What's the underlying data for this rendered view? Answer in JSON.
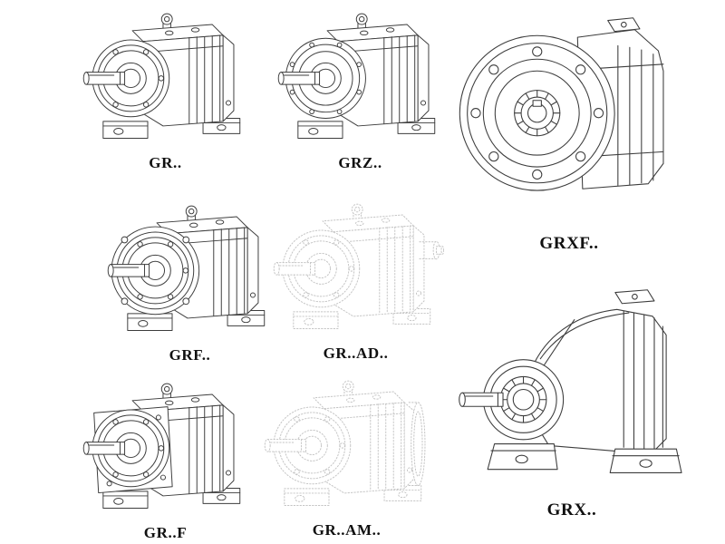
{
  "page": {
    "background": "#ffffff",
    "line_color": "#3d3d3d",
    "phantom_line_color": "#c4c4c4",
    "label_color": "#101010"
  },
  "catalog": {
    "description": "Helical gear reducer series technical line drawings",
    "items": [
      {
        "id": "gr",
        "label": "GR..",
        "style": "solid",
        "drawing": "foot-mounted helical gear unit, isometric"
      },
      {
        "id": "grz",
        "label": "GRZ..",
        "style": "solid",
        "drawing": "foot-mounted helical gear unit with bolt ring face, isometric"
      },
      {
        "id": "grxf",
        "label": "GRXF..",
        "style": "solid",
        "drawing": "large flange-mounted helical gear unit, front flange view"
      },
      {
        "id": "grf",
        "label": "GRF..",
        "style": "solid",
        "drawing": "flange + foot mounted helical gear unit, isometric"
      },
      {
        "id": "gr-ad",
        "label": "GR..AD..",
        "style": "phantom",
        "drawing": "helical gear unit with input shaft adapter, phantom lines"
      },
      {
        "id": "gr-f",
        "label": "GR..F",
        "style": "solid",
        "drawing": "helical gear unit with square output flange, isometric"
      },
      {
        "id": "gr-am",
        "label": "GR..AM..",
        "style": "phantom",
        "drawing": "helical gear unit with motor adapter flange, phantom lines"
      },
      {
        "id": "grx",
        "label": "GRX..",
        "style": "solid",
        "drawing": "large foot-mounted helical gear unit, isometric"
      }
    ]
  }
}
